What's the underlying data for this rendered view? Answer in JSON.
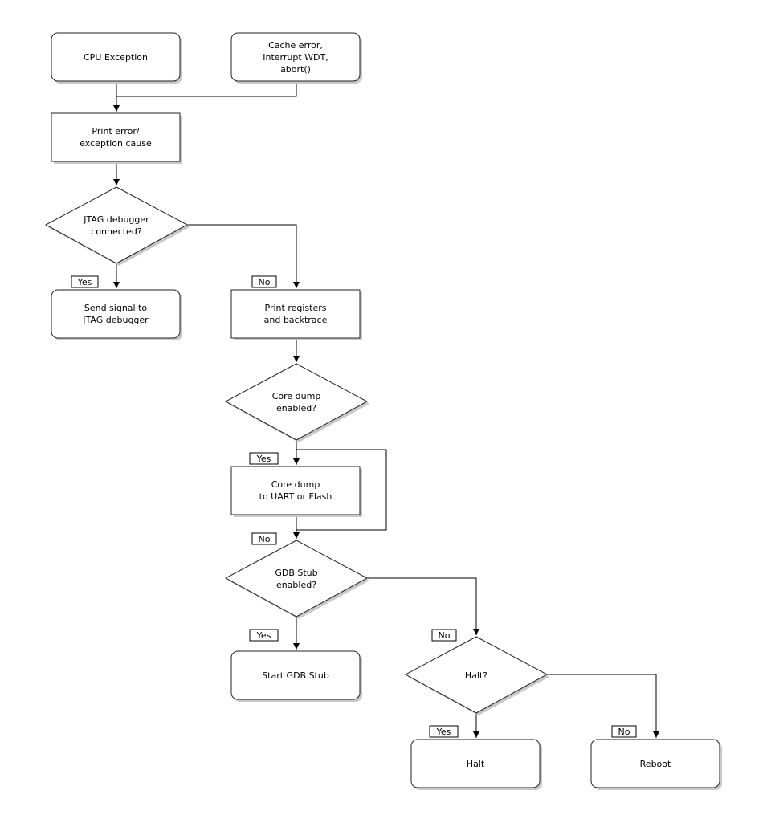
{
  "nodes": {
    "cpu_exception": [
      "CPU Exception"
    ],
    "cache_error": [
      "Cache error,",
      "Interrupt WDT,",
      "abort()"
    ],
    "print_error": [
      "Print error/",
      "exception cause"
    ],
    "jtag_connected": [
      "JTAG debugger",
      "connected?"
    ],
    "send_signal": [
      "Send signal to",
      "JTAG debugger"
    ],
    "print_registers": [
      "Print registers",
      "and backtrace"
    ],
    "core_dump_enabled": [
      "Core dump",
      "enabled?"
    ],
    "core_dump": [
      "Core dump",
      "to UART or Flash"
    ],
    "gdb_enabled": [
      "GDB Stub",
      "enabled?"
    ],
    "start_gdb": [
      "Start GDB Stub"
    ],
    "halt_q": [
      "Halt?"
    ],
    "halt": [
      "Halt"
    ],
    "reboot": [
      "Reboot"
    ]
  },
  "edge_labels": {
    "jtag_yes": "Yes",
    "jtag_no": "No",
    "coredump_yes": "Yes",
    "coredump_no": "No",
    "gdb_yes": "Yes",
    "gdb_no": "No",
    "halt_yes": "Yes",
    "halt_no": "No"
  }
}
